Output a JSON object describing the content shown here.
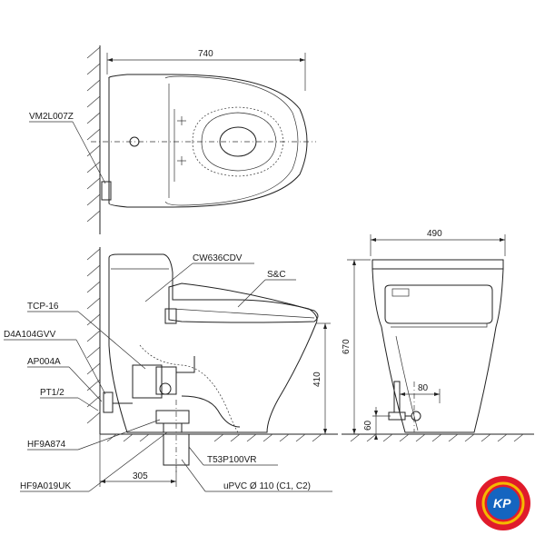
{
  "dimensions": {
    "top_width": "740",
    "side_width": "490",
    "side_height": "670",
    "seat_height": "410",
    "offset_80": "80",
    "height_60": "60",
    "rough_in": "305"
  },
  "parts": {
    "vm2l007z": "VM2L007Z",
    "cw636cdv": "CW636CDV",
    "s_and_c": "S&C",
    "tcp16": "TCP-16",
    "d4a104gvv": "D4A104GVV",
    "ap004a": "AP004A",
    "pt12": "PT1/2",
    "hf9a874": "HF9A874",
    "hf9a019uk": "HF9A019UK",
    "t53p100vr": "T53P100VR",
    "upvc": "uPVC Ø 110 (C1, C2)"
  },
  "logo": {
    "text": "KP",
    "colors": {
      "outer": "#e01b2b",
      "inner": "#1565c0",
      "ring": "#f5b800"
    }
  }
}
